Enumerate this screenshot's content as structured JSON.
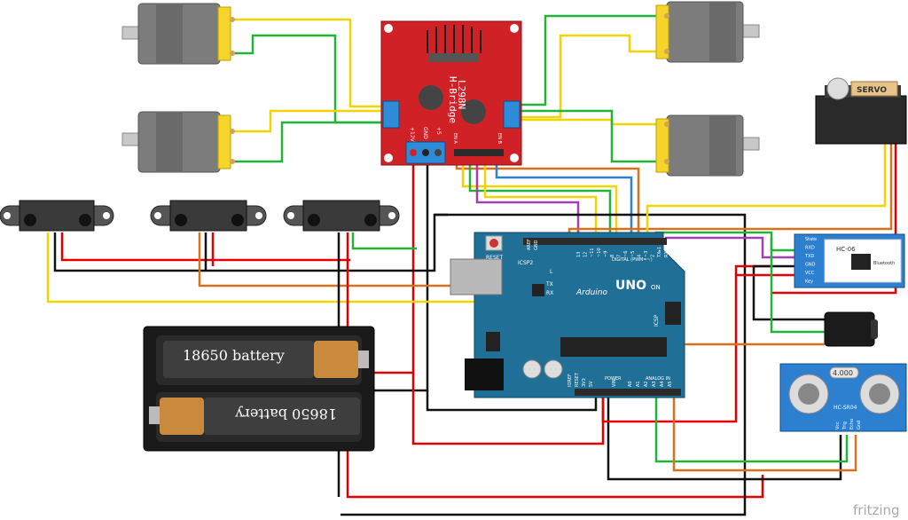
{
  "hbridge": {
    "name": "L298N",
    "subtitle": "H-Bridge",
    "pin_12v": "+12V",
    "pin_gnd": "GND",
    "pin_5v": "+5",
    "en_a": "EN A",
    "en_b": "EN B"
  },
  "battery": {
    "label_top": "18650 battery",
    "label_bottom": "18650 battery"
  },
  "arduino": {
    "model": "UNO",
    "brand": "Arduino",
    "reset": "RESET",
    "icsp2": "ICSP2",
    "icsp": "ICSP",
    "led_l": "L",
    "led_tx": "TX",
    "led_rx": "RX",
    "led_on": "ON",
    "digital_label": "DIGITAL (PWM=~)",
    "analog_label": "ANALOG IN",
    "power_label": "POWER",
    "aref": "AREF",
    "gnd": "GND",
    "ioref": "IOREF",
    "reset_hdr": "RESET",
    "v33": "3V3",
    "v5": "5V",
    "vin": "VIN",
    "digital_pins": [
      "13",
      "12",
      "~11",
      "~10",
      "~9",
      "8",
      "7",
      "~6",
      "~5",
      "4",
      "~3",
      "2",
      "TX▸1",
      "RX◂0"
    ],
    "analog_pins": [
      "A0",
      "A1",
      "A2",
      "A3",
      "A4",
      "A5"
    ]
  },
  "bluetooth": {
    "model": "HC-06",
    "sub": "Bluetooth",
    "pins": [
      "State",
      "RXD",
      "TXD",
      "GND",
      "VCC",
      "Key"
    ]
  },
  "servo": {
    "label": "SERVO"
  },
  "ultrasonic": {
    "model": "HC-SR04",
    "crystal": "4.000",
    "pins": [
      "Vcc",
      "Trig",
      "Echo",
      "Gnd"
    ]
  },
  "footer": {
    "brand": "fritzing"
  },
  "colors": {
    "wire_red": "#e00000",
    "wire_black": "#111111",
    "wire_yellow": "#f4d400",
    "wire_green": "#22b43a",
    "wire_orange": "#d9711c",
    "wire_blue": "#2f7fd6",
    "wire_purple": "#a23fb5",
    "arduino_blue": "#1f6f97",
    "hbridge_red": "#d02226"
  }
}
